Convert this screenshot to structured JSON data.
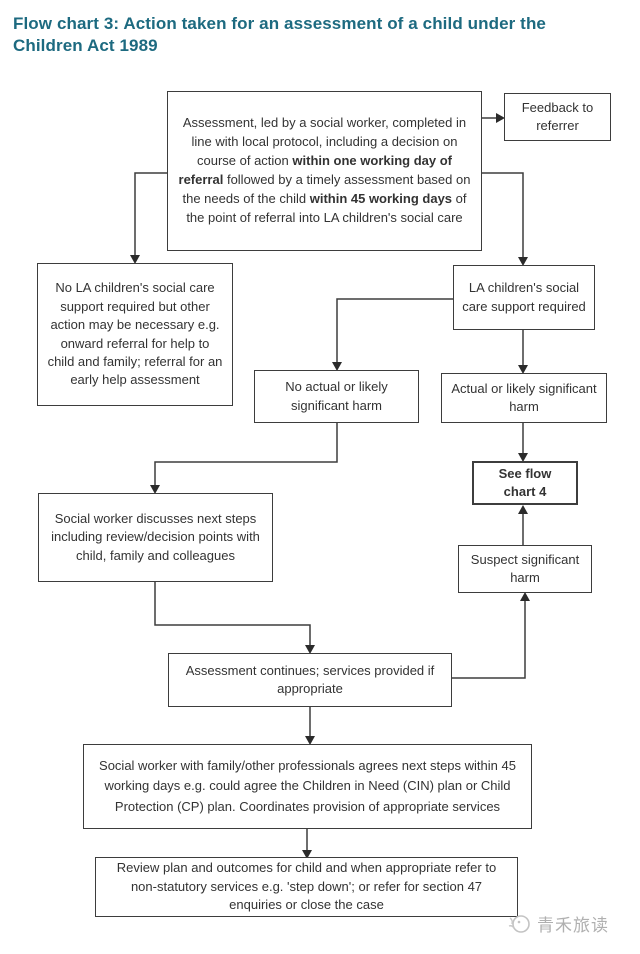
{
  "title": "Flow chart 3: Action taken for an assessment of a child under the Children Act 1989",
  "colors": {
    "title_teal": "#1d6a80",
    "line_and_border": "#3d3d3d",
    "body_text": "#333333",
    "watermark_gray": "#b0b0b0"
  },
  "nodes": {
    "assessment": {
      "t1": "Assessment, led by a social worker, completed in line with local protocol, including a decision on course of action",
      "b1": "within one working day of referral",
      "t2": "followed by a timely assessment based on the needs of the child",
      "b2": "within 45 working days",
      "t3": "of the point of referral into LA children's social care"
    },
    "feedback": "Feedback to referrer",
    "no_la_support": "No LA children's social care support required but other action may be necessary e.g. onward referral for help to child and family; referral for an early help assessment",
    "la_support": "LA children's social care support required",
    "no_harm": "No actual or likely significant harm",
    "harm": "Actual or likely significant harm",
    "see_flow": "See flow chart 4",
    "suspect_harm": "Suspect significant harm",
    "discuss": "Social worker discusses next steps including review/decision points with child, family and colleagues",
    "continues": "Assessment continues; services provided if appropriate",
    "agrees": "Social worker with family/other professionals agrees next steps within 45 working days e.g. could agree the Children in Need (CIN) plan or Child Protection (CP) plan. Coordinates provision of appropriate services",
    "review": "Review plan and outcomes for child and when appropriate refer to non-statutory services e.g. 'step down'; or refer for section 47 enquiries or close the case"
  },
  "watermark": {
    "brand": "青禾旅读"
  }
}
